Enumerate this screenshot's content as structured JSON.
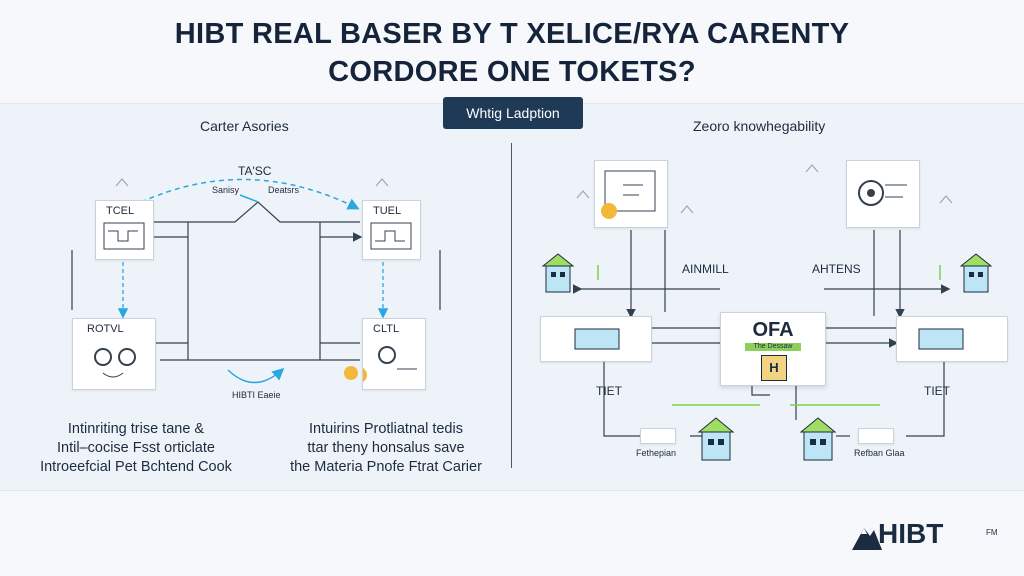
{
  "title": {
    "line1": "HIBT REAL BASER BY T XELICE/RYA CARENTY",
    "line2": "CORDORE ONE TOKETS?"
  },
  "pill_label": "Whtig Ladption",
  "left": {
    "heading": "Carter Asories",
    "top_label": "TA'SC",
    "arc_left": "Sanisy",
    "arc_right": "Deatsrs",
    "bottom_label": "HIBTI Eaeie",
    "card_tl": "TCEL",
    "card_tr": "TUEL",
    "card_bl": "ROTVL",
    "card_br": "CLTL",
    "footer_left": [
      "Intinriting trise tane &",
      "Intil–cocise Fsst orticlate",
      "Introeefcial Pet Bchtend Cook"
    ],
    "footer_right": [
      "Intuirins Protliatnal tedis",
      "ttar theny honsalus save",
      "the Materia Pnofe Ftrat Carier"
    ]
  },
  "right": {
    "heading": "Zeoro knowhegability",
    "label_left": "AINMILL",
    "label_right": "AHTENS",
    "center_title": "OFA",
    "center_sub": "The Dessaw",
    "center_box": "H",
    "tet_left": "TIET",
    "tet_right": "TIET",
    "bottom_left": "Fethepian",
    "bottom_right": "Refban Glaa"
  },
  "logo": {
    "text": "HIBT",
    "tm": "FM"
  },
  "colors": {
    "accent": "#2aa7df",
    "navy": "#1f3a57",
    "green": "#7dd24a",
    "bank_fill": "#bde5f5"
  }
}
